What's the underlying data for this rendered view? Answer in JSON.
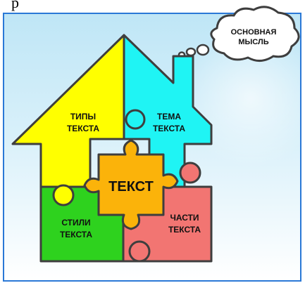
{
  "header": {
    "text": "р"
  },
  "bubble": {
    "line1": "ОСНОВНАЯ",
    "line2": "МЫСЛЬ"
  },
  "pieces": {
    "center": "ТЕКСТ",
    "types": {
      "line1": "ТИПЫ",
      "line2": "ТЕКСТА"
    },
    "theme": {
      "line1": "ТЕМА",
      "line2": "ТЕКСТА"
    },
    "styles": {
      "line1": "СТИЛИ",
      "line2": "ТЕКСТА"
    },
    "parts": {
      "line1": "ЧАСТИ",
      "line2": "ТЕКСТА"
    }
  },
  "colors": {
    "types": "#ffff00",
    "theme": "#1ff4f4",
    "styles": "#2ed21e",
    "parts": "#f27572",
    "center": "#fbb30a",
    "outline": "#3e3e3e"
  }
}
